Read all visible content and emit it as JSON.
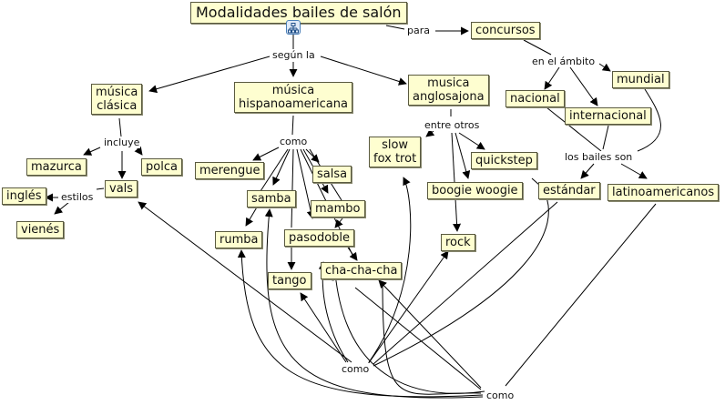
{
  "title": "Modalidades bailes de salón",
  "icons": {
    "submap": "submap-icon"
  },
  "nodes": {
    "root": "Modalidades bailes de salón",
    "concursos": "concursos",
    "nacional": "nacional",
    "internacional": "internacional",
    "mundial": "mundial",
    "estandar": "estándar",
    "latinoamericanos": "latinoamericanos",
    "musica_clasica": [
      "música",
      "clásica"
    ],
    "musica_hispano": [
      "música",
      "hispanoamericana"
    ],
    "musica_anglo": [
      "musica",
      "anglosajona"
    ],
    "mazurca": "mazurca",
    "polca": "polca",
    "vals": "vals",
    "ingles": "inglés",
    "vienes": "vienés",
    "merengue": "merengue",
    "salsa": "salsa",
    "samba": "samba",
    "mambo": "mambo",
    "rumba": "rumba",
    "pasodoble": "pasodoble",
    "tango": "tango",
    "chachacha": "cha-cha-cha",
    "slowfox": [
      "slow",
      "fox trot"
    ],
    "quickstep": "quickstep",
    "boogie": "boogie woogie",
    "rock": "rock"
  },
  "links": {
    "para": "para",
    "segun_la": "según la",
    "en_el_ambito": "en el ámbito",
    "los_bailes_son": "los bailes son",
    "incluye": "incluye",
    "estilos": "estilos",
    "como_hispano": "como",
    "entre_otros": "entre otros",
    "como_estandar": "como",
    "como_latino": "como"
  }
}
